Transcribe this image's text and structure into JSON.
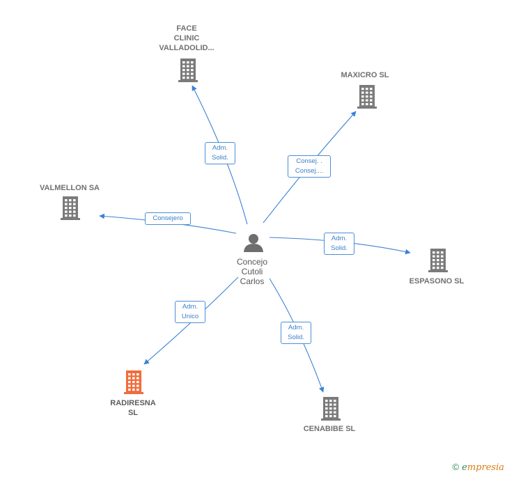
{
  "colors": {
    "edge": "#3b82d4",
    "building": "#7a7a7a",
    "building_highlight": "#f26b3a",
    "person": "#6e6e6e"
  },
  "center": {
    "name": "Concejo\nCutoli\nCarlos",
    "icon": "person-icon"
  },
  "companies": [
    {
      "id": "face",
      "name": "FACE\nCLINIC\nVALLADOLID...",
      "icon": "building-icon",
      "highlight": false
    },
    {
      "id": "maxicro",
      "name": "MAXICRO SL",
      "icon": "building-icon",
      "highlight": false
    },
    {
      "id": "valmellon",
      "name": "VALMELLON SA",
      "icon": "building-icon",
      "highlight": false
    },
    {
      "id": "espasono",
      "name": "ESPASONO SL",
      "icon": "building-icon",
      "highlight": false
    },
    {
      "id": "radiresna",
      "name": "RADIRESNA\nSL",
      "icon": "building-icon",
      "highlight": true
    },
    {
      "id": "cenabibe",
      "name": "CENABIBE SL",
      "icon": "building-icon",
      "highlight": false
    }
  ],
  "relations": [
    {
      "to": "face",
      "label": "Adm.\nSolid."
    },
    {
      "to": "maxicro",
      "label": "Consej. .\nConsej...."
    },
    {
      "to": "valmellon",
      "label": "Consejero"
    },
    {
      "to": "espasono",
      "label": "Adm.\nSolid."
    },
    {
      "to": "radiresna",
      "label": "Adm.\nUnico"
    },
    {
      "to": "cenabibe",
      "label": "Adm.\nSolid."
    }
  ],
  "footer": {
    "copyright": "©",
    "brand_initial": "e",
    "brand_rest": "mpresia"
  }
}
